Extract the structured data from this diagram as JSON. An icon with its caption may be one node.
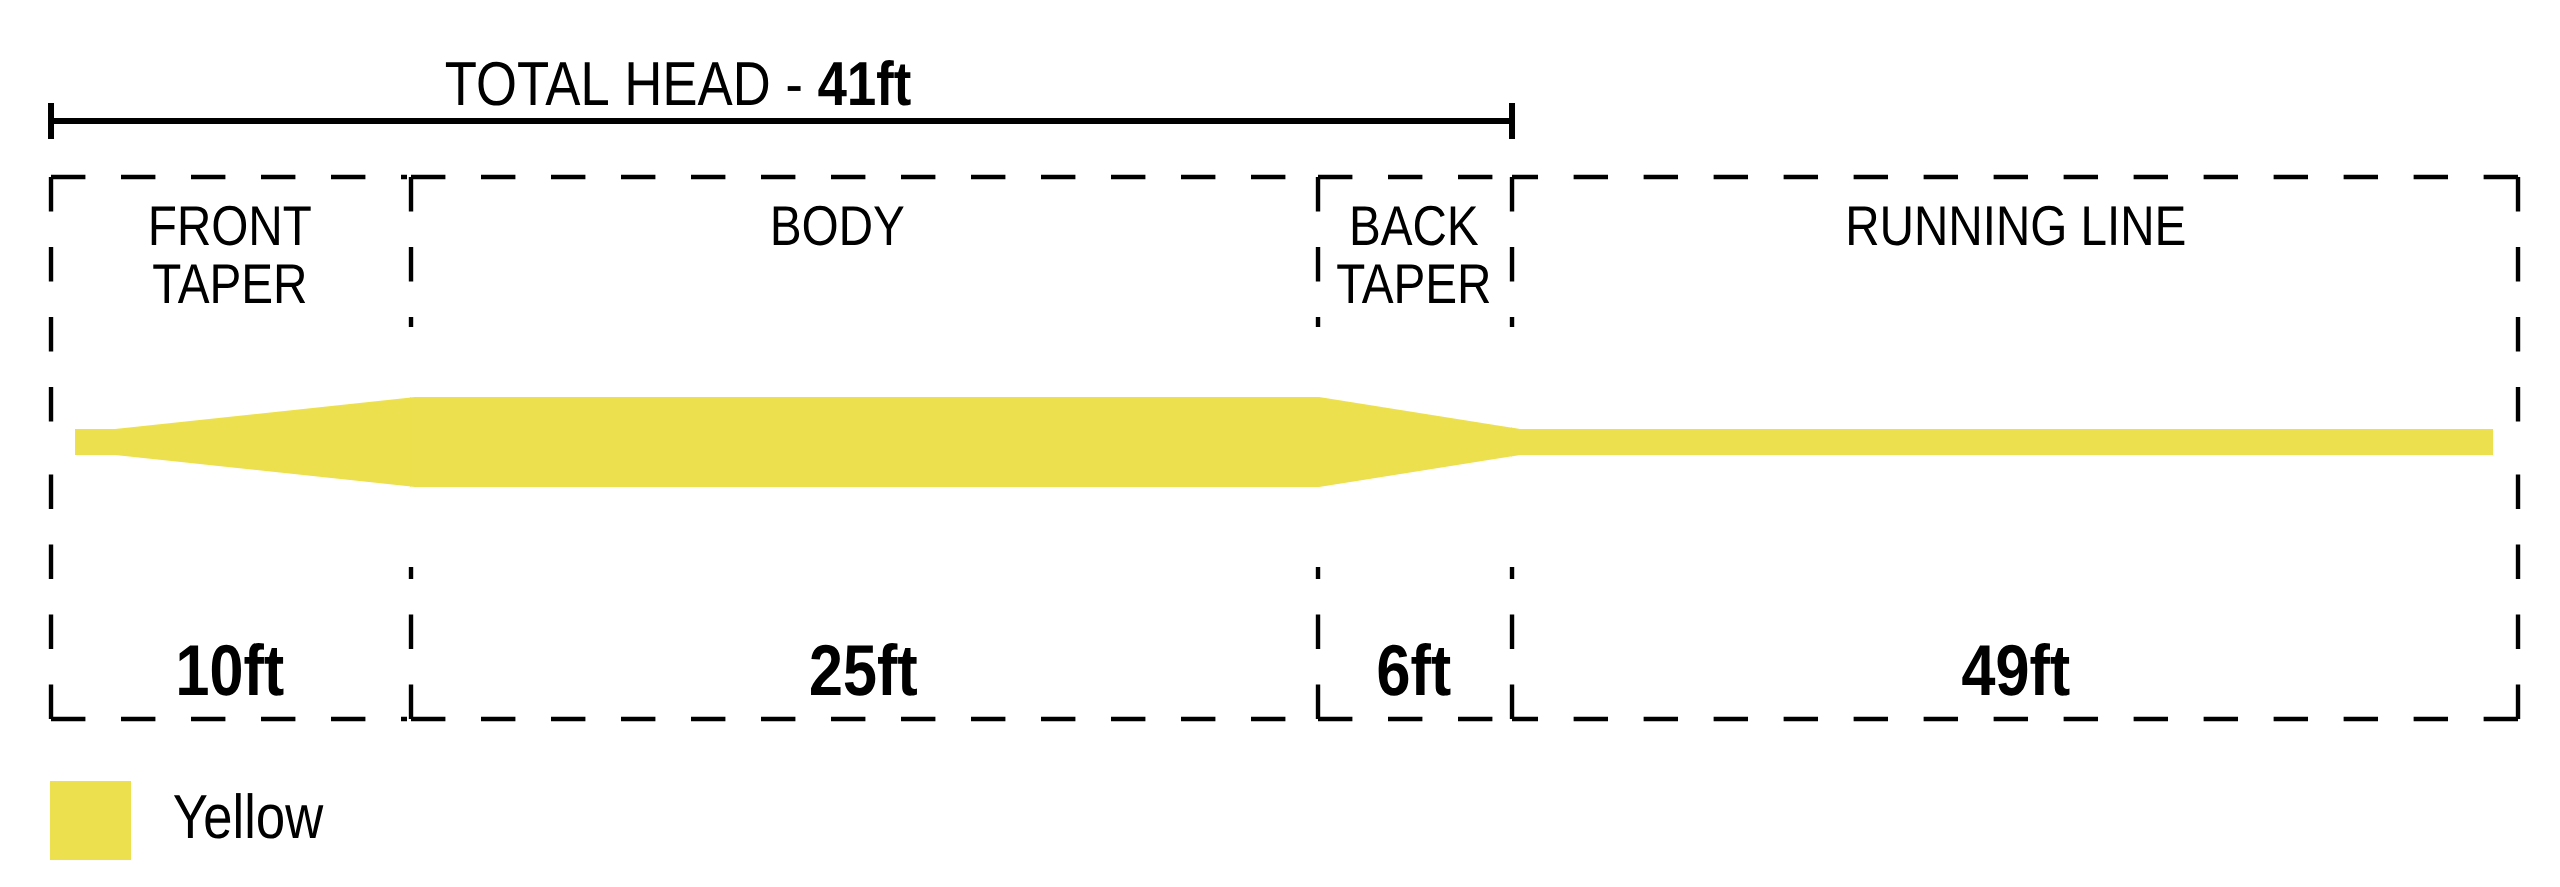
{
  "diagram": {
    "nodes": [
      {
        "text": [
          "FRONT TAPER",
          "10ft"
        ]
      },
      {
        "text": [
          "BODY",
          "25ft"
        ]
      },
      {
        "text": [
          "BACK TAPER",
          "6ft"
        ]
      },
      {
        "text": [
          "RUNNING LINE",
          "49ft"
        ]
      }
    ],
    "labels": [
      "TOTAL HEAD - **41ft**"
    ],
    "legend": [
      {
        "text": "Yellow",
        "color": "#ece04e"
      }
    ]
  }
}
